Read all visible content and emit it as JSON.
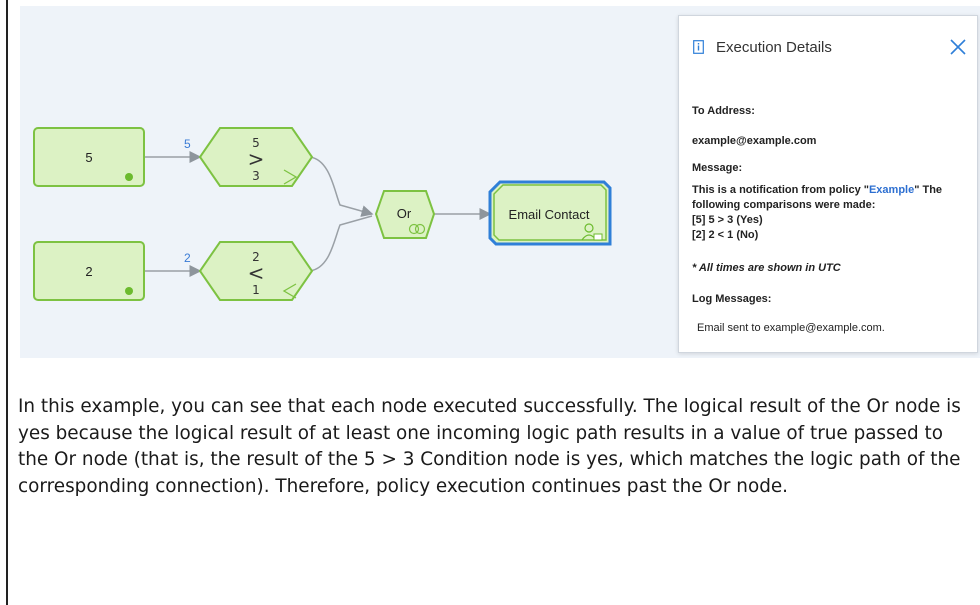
{
  "nodes": {
    "input_a": "5",
    "input_b": "2",
    "cond_a": {
      "top": "5",
      "op": ">",
      "bottom": "3",
      "edge_label": "5"
    },
    "cond_b": {
      "top": "2",
      "op": "<",
      "bottom": "1",
      "edge_label": "2"
    },
    "or": "Or",
    "email": "Email Contact"
  },
  "panel": {
    "title": "Execution Details",
    "to_address_label": "To Address:",
    "to_address_value": "example@example.com",
    "message_label": "Message:",
    "message_line1_pre": "This is a notification from policy \"",
    "message_policy": "Example",
    "message_line1_post": "\" The",
    "message_line2": "following comparisons were made:",
    "message_line3": "[5] 5 > 3 (Yes)",
    "message_line4": "[2] 2 < 1 (No)",
    "utc_note": "* All times are shown in UTC",
    "log_label": "Log Messages:",
    "log_value": "Email sent to example@example.com."
  },
  "paragraph": "In this example, you can see that each node executed successfully. The logical result of the Or node is yes because the logical result of at least one incoming logic path results in a value of true passed to the Or node (that is, the result of the 5 > 3 Condition node is yes, which matches the logic path of the corresponding connection). Therefore, policy execution continues past the Or node.",
  "colors": {
    "node_fill": "#dcf2c4",
    "node_border": "#7dc242",
    "selected_border": "#2f7fd8",
    "edge": "#9aa0a6",
    "accent": "#3a7bd5"
  }
}
